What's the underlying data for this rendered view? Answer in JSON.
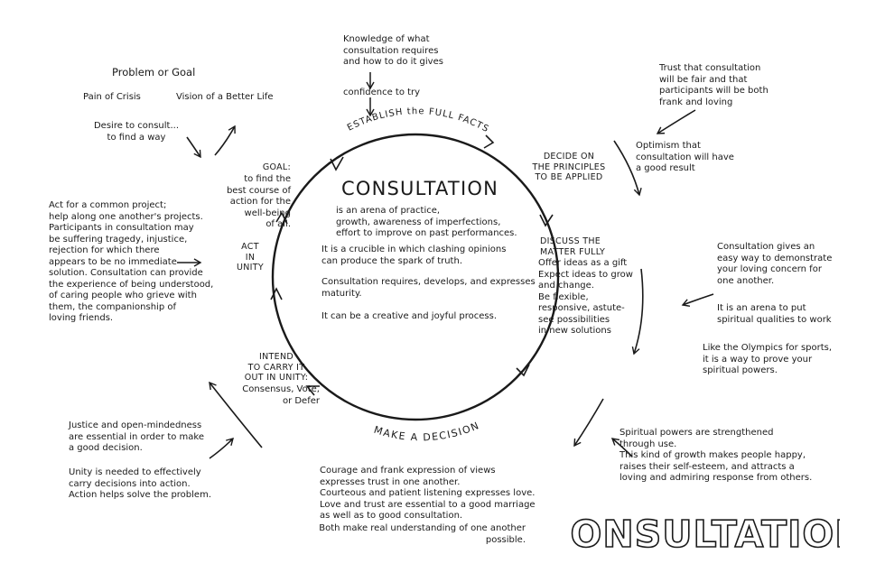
{
  "center": {
    "title": "CONSULTATION",
    "p1": "is an arena of practice,\ngrowth, awareness of imperfections,\neffort to improve on past performances.",
    "p2": "It is a crucible in which clashing opinions\ncan produce the spark of truth.",
    "p3": "Consultation requires, develops, and expresses\nmaturity.",
    "p4": "It can be a creative and joyful process."
  },
  "arc": {
    "top": "ESTABLISH the FULL FACTS",
    "bottom": "MAKE A DECISION"
  },
  "stages": {
    "principles": "DECIDE ON\nTHE PRINCIPLES\nTO BE APPLIED",
    "discuss_head": "DISCUSS THE\nMATTER FULLY",
    "discuss_body": "Offer ideas as a gift\nExpect ideas to grow\nand change.\nBe flexible,\nresponsive, astute-\nsee possibilities\nin new solutions",
    "intend": "INTEND\nTO CARRY IT\nOUT IN UNITY:",
    "intend_sub": "Consensus, Vote,\nor Defer",
    "act": "ACT\nIN\nUNITY",
    "goal_head": "GOAL:",
    "goal_body": "to find the\nbest course of\naction for the\nwell-being\nof all."
  },
  "notes": {
    "top_center": "Knowledge of what\nconsultation requires\nand how to do it gives",
    "top_center_end": "confidence to try",
    "problem": "Problem or Goal",
    "pain": "Pain of Crisis",
    "vision": "Vision of a Better Life",
    "desire": "Desire to consult...\nto find a way",
    "trust": "Trust that consultation\nwill be fair and that\nparticipants will be both\nfrank and loving",
    "optimism": "Optimism that\nconsultation will have\na good result",
    "loving": "Consultation gives an\neasy way to demonstrate\nyour loving concern for\none another.",
    "arena": "It is an arena to put\nspiritual qualities to work",
    "olympics": "Like the Olympics for sports,\nit is a way to prove your\nspiritual powers.",
    "common": "Act for a common project;\nhelp along one another's projects.\nParticipants in consultation may\nbe suffering tragedy, injustice,\nrejection for which there\nappears to be no immediate\nsolution. Consultation can provide\nthe experience of being understood,\nof caring people who grieve with\nthem, the companionship of\nloving friends.",
    "justice": "Justice and open-mindedness\nare essential in order to make\na good decision.",
    "unity": "Unity is needed to effectively\ncarry decisions into action.\nAction helps solve the problem.",
    "courage": "Courage and frank expression of views\nexpresses trust in one another.\nCourteous and patient listening expresses love.\nLove and trust are essential to a good marriage\nas well as to good consultation.",
    "courage_end": "Both make real understanding of one another\npossible.",
    "spiritual": "Spiritual powers are strengthened\nthrough use.\nThis kind of growth makes people happy,\nraises their self-esteem, and attracts a\nloving and admiring response from others."
  },
  "big_title": "CONSULTATION",
  "colors": {
    "ink": "#1a1a1a",
    "paper": "#ffffff"
  }
}
